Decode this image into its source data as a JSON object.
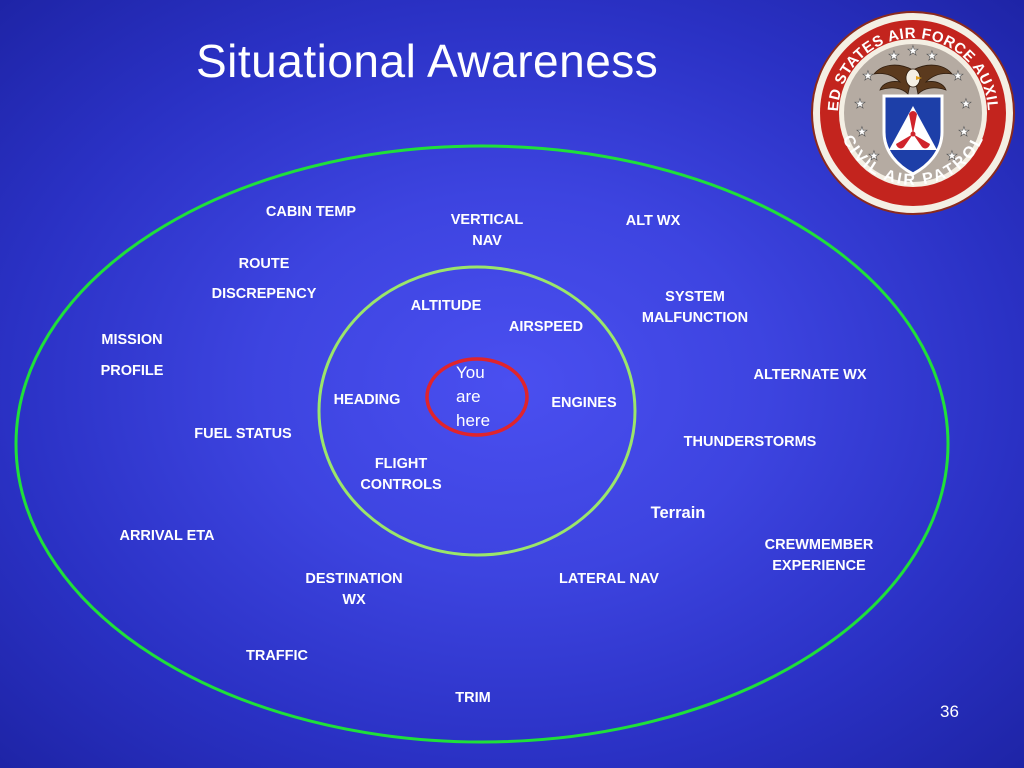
{
  "title": "Situational Awareness",
  "center_label": [
    "You",
    "are",
    "here"
  ],
  "inner_labels": {
    "altitude": "ALTITUDE",
    "airspeed": "AIRSPEED",
    "heading": "HEADING",
    "engines": "ENGINES",
    "flight_controls": [
      "FLIGHT",
      "CONTROLS"
    ]
  },
  "outer_labels": {
    "cabin_temp": "CABIN TEMP",
    "vertical_nav": [
      "VERTICAL",
      "NAV"
    ],
    "alt_wx": "ALT WX",
    "route": "ROUTE",
    "discrepency": "DISCREPENCY",
    "system_malfunction": [
      "SYSTEM",
      "MALFUNCTION"
    ],
    "mission": "MISSION",
    "profile": "PROFILE",
    "alternate_wx": "ALTERNATE WX",
    "fuel_status": "FUEL STATUS",
    "thunderstorms": "THUNDERSTORMS",
    "terrain": "Terrain",
    "arrival_eta": "ARRIVAL ETA",
    "crewmember_experience": [
      "CREWMEMBER",
      "EXPERIENCE"
    ],
    "destination_wx": [
      "DESTINATION",
      "WX"
    ],
    "lateral_nav": "LATERAL NAV",
    "traffic": "TRAFFIC",
    "trim": "TRIM"
  },
  "seal": {
    "top_text": "UNITED STATES AIR FORCE AUXILIARY",
    "bottom_text": "CIVIL AIR PATROL"
  },
  "page_number": "36",
  "colors": {
    "outer_ring": "#1fe03a",
    "inner_ring": "#9be66a",
    "center_ring": "#e0242c",
    "seal_band": "#c3241e",
    "seal_center": "#b5aba2",
    "shield": "#1d3fa8"
  }
}
